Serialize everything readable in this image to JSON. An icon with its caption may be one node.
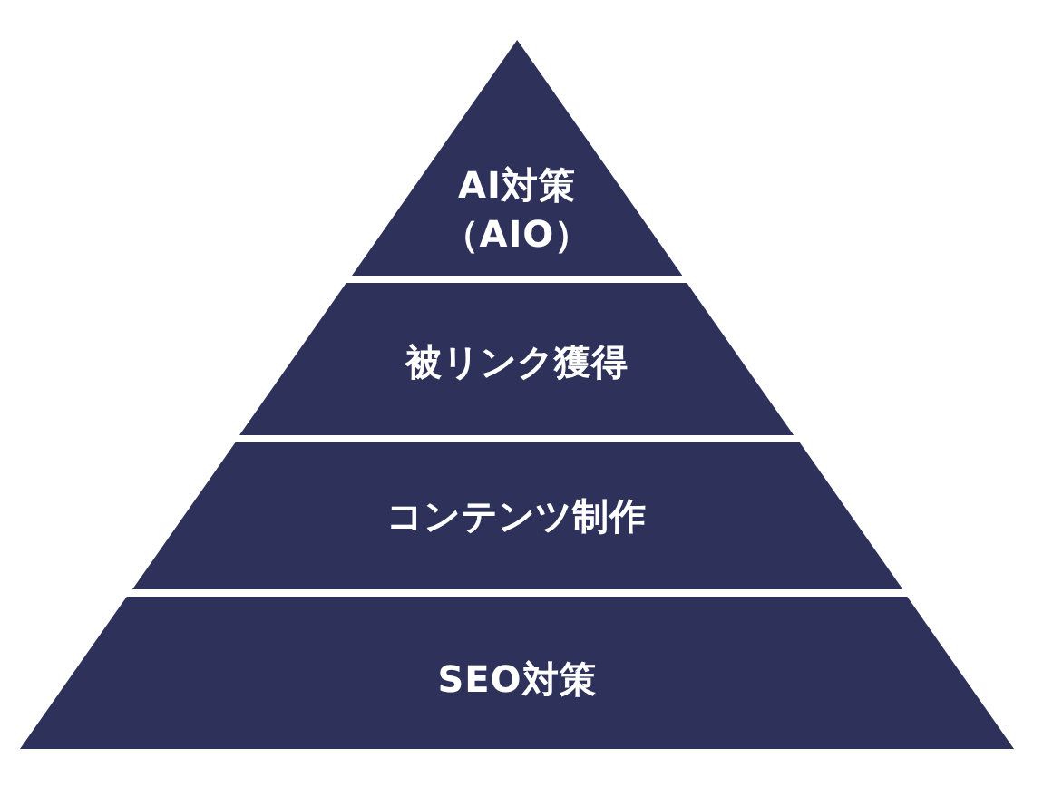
{
  "diagram": {
    "nodes": [
      {
        "text": [
          "AI対策（AIO）"
        ]
      },
      {
        "text": [
          "被リンク獲得"
        ]
      },
      {
        "text": [
          "コンテンツ制作"
        ]
      },
      {
        "text": [
          "SEO対策"
        ]
      }
    ]
  }
}
